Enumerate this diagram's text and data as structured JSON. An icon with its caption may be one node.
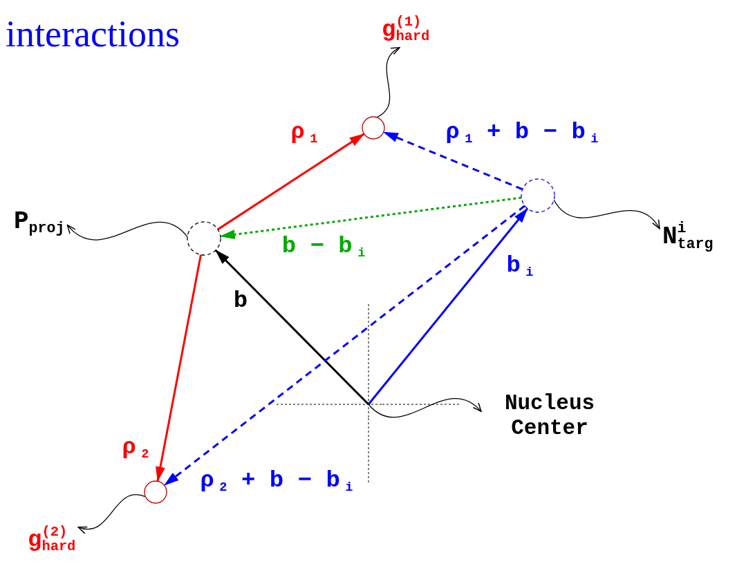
{
  "diagram": {
    "nodes": [
      {
        "text": [],
        "shape": "circle"
      },
      {
        "text": [
          "P$_{proj}$"
        ]
      },
      {
        "text": [],
        "shape": "circle"
      },
      {
        "text": [
          "g$^{(1)}$$_{hard}$"
        ]
      },
      {
        "text": [],
        "shape": "circle"
      },
      {
        "text": [
          "N$^{i}$$_{targ}$"
        ]
      },
      {
        "text": [],
        "shape": "circle"
      },
      {
        "text": [
          "g$^{(2)}$$_{hard}$"
        ]
      },
      {
        "text": [],
        "shape": "crosshair"
      },
      {
        "text": [
          "Nucleus Center"
        ]
      }
    ],
    "edges": [
      {
        "from": 8,
        "to": 0,
        "arrow": "to",
        "label": "b"
      },
      {
        "from": 8,
        "to": 4,
        "arrow": "to",
        "label": "b$_{i}$",
        "color": "#0000ff"
      },
      {
        "from": 0,
        "to": 2,
        "arrow": "to",
        "label": "ρ$_{1}$",
        "color": "#ff0000"
      },
      {
        "from": 4,
        "to": 2,
        "arrow": "to",
        "label": "ρ$_{1}$ + b − b$_{i}$",
        "style": "dashed",
        "color": "#0000ff"
      },
      {
        "from": 4,
        "to": 0,
        "arrow": "to",
        "label": "b − b$_{i}$",
        "style": "dashed",
        "color": "#00aa00"
      },
      {
        "from": 0,
        "to": 6,
        "arrow": "to",
        "label": "ρ$_{2}$",
        "color": "#ff0000"
      },
      {
        "from": 4,
        "to": 6,
        "arrow": "to",
        "label": "ρ$_{2}$ + b − b$_{i}$",
        "style": "dashed",
        "color": "#0000ff"
      },
      {
        "from": 0,
        "to": 1,
        "arrow": "to"
      },
      {
        "from": 2,
        "to": 3,
        "arrow": "to"
      },
      {
        "from": 4,
        "to": 5,
        "arrow": "to"
      },
      {
        "from": 6,
        "to": 7,
        "arrow": "to"
      },
      {
        "from": 8,
        "to": 9,
        "arrow": "to"
      }
    ],
    "labels": [
      "interactions"
    ]
  }
}
